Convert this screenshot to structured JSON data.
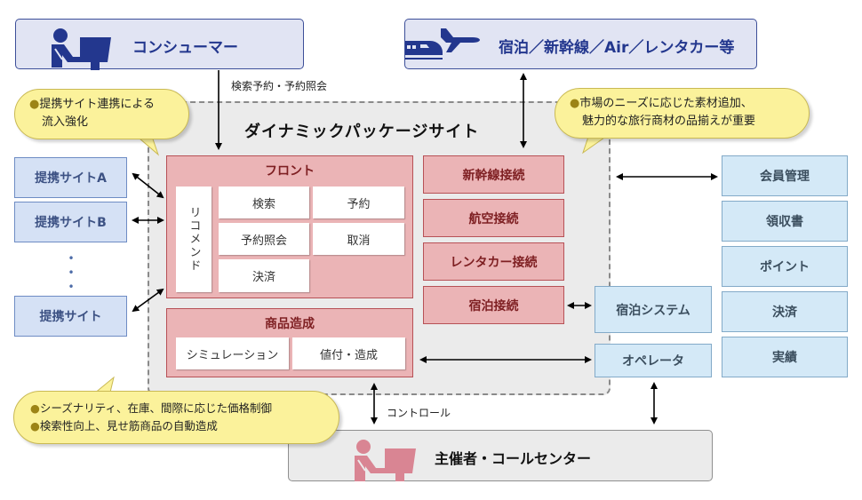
{
  "top": {
    "consumer_label": "コンシューマー",
    "suppliers_label": "宿泊／新幹線／Air／レンタカー等",
    "search_label": "検索予約・予約照会"
  },
  "dynamic_site": {
    "title": "ダイナミックパッケージサイト",
    "front": {
      "title": "フロント",
      "recommend": "リコメンド",
      "cells": [
        "検索",
        "予約",
        "予約照会",
        "取消",
        "決済"
      ]
    },
    "product": {
      "title": "商品造成",
      "cells": [
        "シミュレーション",
        "値付・造成"
      ]
    },
    "connections": [
      "新幹線接続",
      "航空接続",
      "レンタカー接続",
      "宿泊接続"
    ]
  },
  "partners": {
    "items": [
      "提携サイトA",
      "提携サイトB",
      "提携サイト"
    ],
    "ellipsis": "・\n・\n・"
  },
  "external_systems": {
    "hotel_system": "宿泊システム",
    "operator": "オペレータ",
    "backoffice": [
      "会員管理",
      "領収書",
      "ポイント",
      "決済",
      "実績"
    ]
  },
  "bottom": {
    "organizer_label": "主催者・コールセンター",
    "control_label": "コントロール"
  },
  "bubbles": {
    "partner_note": {
      "bullet": "●",
      "lines": [
        "提携サイト連携による",
        "流入強化"
      ]
    },
    "market_note": {
      "bullet": "●",
      "lines": [
        "市場のニーズに応じた素材追加、",
        "魅力的な旅行商材の品揃えが重要"
      ]
    },
    "pricing_note": {
      "bullet": "●",
      "lines": [
        "シーズナリティ、在庫、間際に応じた価格制御",
        "検索性向上、見せ筋商品の自動造成"
      ]
    }
  },
  "colors": {
    "consumer_blue": "#23378e",
    "pink_fill": "#ebb4b6",
    "pink_text": "#7e1f22",
    "light_blue_fill": "#d4e9f7",
    "partner_fill": "#d5e1f5",
    "bubble_yellow": "#fbf29b",
    "organizer_icon_pink": "#d98593"
  }
}
